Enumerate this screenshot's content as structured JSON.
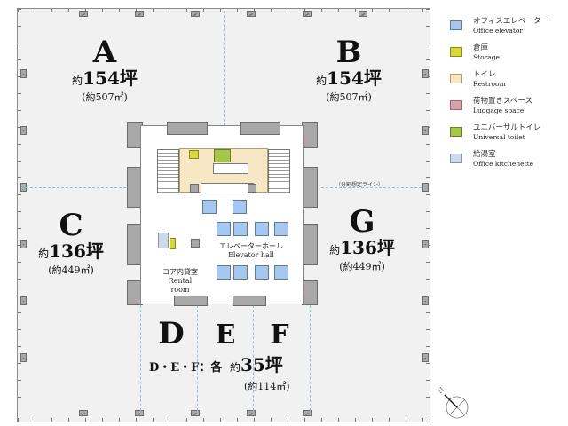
{
  "zones": {
    "A": {
      "letter": "A",
      "prefix": "約",
      "tsubo": "154坪",
      "sqm": "(約507㎡)"
    },
    "B": {
      "letter": "B",
      "prefix": "約",
      "tsubo": "154坪",
      "sqm": "(約507㎡)"
    },
    "C": {
      "letter": "C",
      "prefix": "約",
      "tsubo": "136坪",
      "sqm": "(約449㎡)"
    },
    "G": {
      "letter": "G",
      "prefix": "約",
      "tsubo": "136坪",
      "sqm": "(約449㎡)"
    },
    "D": {
      "letter": "D"
    },
    "E": {
      "letter": "E"
    },
    "F": {
      "letter": "F"
    },
    "def_summary": {
      "label": "D・E・F：各",
      "prefix": "約",
      "tsubo": "35坪",
      "sqm": "(約114㎡)"
    }
  },
  "split_line_label": "（分割想定ライン）",
  "core": {
    "elevator_hall_jp": "エレベーターホール",
    "elevator_hall_en": "Elevator hall",
    "rental_room_jp": "コア内貸室",
    "rental_room_en": "Rental room"
  },
  "legend": [
    {
      "jp": "オフィスエレベーター",
      "en": "Office elevator",
      "color": "#a7c8ee",
      "border": "#5f7a98"
    },
    {
      "jp": "倉庫",
      "en": "Storage",
      "color": "#d6d93a",
      "border": "#8a8a18"
    },
    {
      "jp": "トイレ",
      "en": "Restroom",
      "color": "#f8e7c4",
      "border": "#b69a6b"
    },
    {
      "jp": "荷物置きスペース",
      "en": "Luggage space",
      "color": "#d8a0a8",
      "border": "#9a6a72"
    },
    {
      "jp": "ユニバーサルトイレ",
      "en": "Universal toilet",
      "color": "#a6c64a",
      "border": "#6a7d2c"
    },
    {
      "jp": "給湯室",
      "en": "Office kitchenette",
      "color": "#cfd9ee",
      "border": "#8994aa"
    }
  ],
  "compass": {
    "label": "N"
  }
}
